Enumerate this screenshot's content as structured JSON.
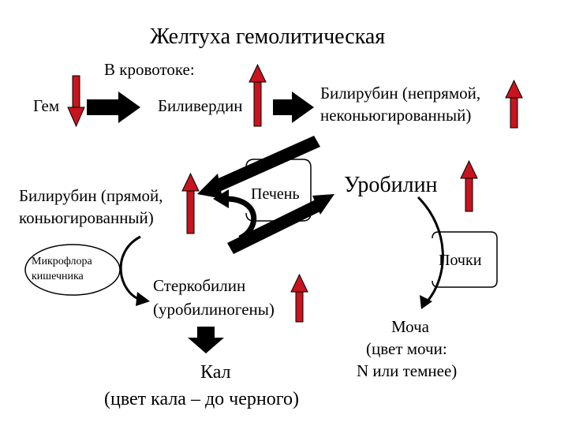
{
  "title": "Желтуха гемолитическая",
  "labels": {
    "bloodstream": "В кровотоке:",
    "heme": "Гем",
    "biliverdin": "Биливердин",
    "bilirubin_indirect_1": "Билирубин (непрямой,",
    "bilirubin_indirect_2": "неконьюгированный)",
    "bilirubin_direct_1": "Билирубин (прямой,",
    "bilirubin_direct_2": "коньюгированный)",
    "liver": "Печень",
    "urobilin": "Уробилин",
    "kidneys": "Почки",
    "microflora_1": "Микрофлора",
    "microflora_2": "кишечника",
    "stercobilin_1": "Стеркобилин",
    "stercobilin_2": "(уробилиногены)",
    "urine_1": "Моча",
    "urine_2": "(цвет мочи:",
    "urine_3": "N или темнее)",
    "feces_1": "Кал",
    "feces_2": "(цвет кала – до черного)"
  },
  "indicators": {
    "heme": "down",
    "biliverdin": "up",
    "bilirubin_indirect": "up",
    "bilirubin_direct": "up",
    "urobilin": "up",
    "stercobilin": "up"
  },
  "colors": {
    "indicator_fill": "#c8141e",
    "indicator_stroke": "#000000",
    "arrow_fill": "#000000"
  }
}
